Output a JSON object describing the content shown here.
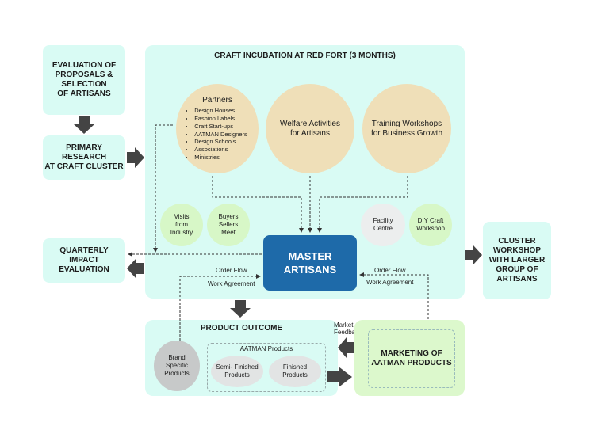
{
  "boxes": {
    "evaluation": "EVALUATION OF\nPROPOSALS &\nSELECTION\nOF ARTISANS",
    "research": "PRIMARY\nRESEARCH\nAT CRAFT CLUSTER",
    "quarterly": "QUARTERLY\nIMPACT\nEVALUATION",
    "cluster": "CLUSTER\nWORKSHOP\nWITH LARGER\nGROUP OF\nARTISANS"
  },
  "incubation": {
    "title": "CRAFT INCUBATION AT RED FORT (3 MONTHS)",
    "partners_title": "Partners",
    "partners": [
      "Design Houses",
      "Fashion Labels",
      "Craft Start-ups",
      "AATMAN Designers",
      "Design Schools",
      "Associations",
      "Ministries"
    ],
    "welfare": "Welfare Activities\nfor Artisans",
    "training": "Training Workshops\nfor Business Growth",
    "visits": "Visits\nfrom\nIndustry",
    "buyers": "Buyers\nSellers\nMeet",
    "facility": "Facility\nCentre",
    "diy": "DIY Craft\nWorkshop",
    "master": "MASTER\nARTISANS"
  },
  "flows": {
    "order_flow_left": "Order Flow",
    "work_agreement_left": "Work Agreement",
    "order_flow_right": "Order Flow",
    "work_agreement_right": "Work Agreement",
    "market_feedback": "Market\nFeedback"
  },
  "outcome": {
    "title": "PRODUCT OUTCOME",
    "brand": "Brand\nSpecific\nProducts",
    "aatman_label": "AATMAN Products",
    "semi": "Semi- Finished\nProducts",
    "finished": "Finished\nProducts"
  },
  "marketing": {
    "title": "MARKETING OF\nAATMAN PRODUCTS"
  },
  "colors": {
    "teal_box": "#d9fbf4",
    "beige_circle": "#efdfb8",
    "green_circle": "#d7f7c7",
    "master_blue": "#1e6aa9",
    "arrow_grey": "#444444"
  }
}
